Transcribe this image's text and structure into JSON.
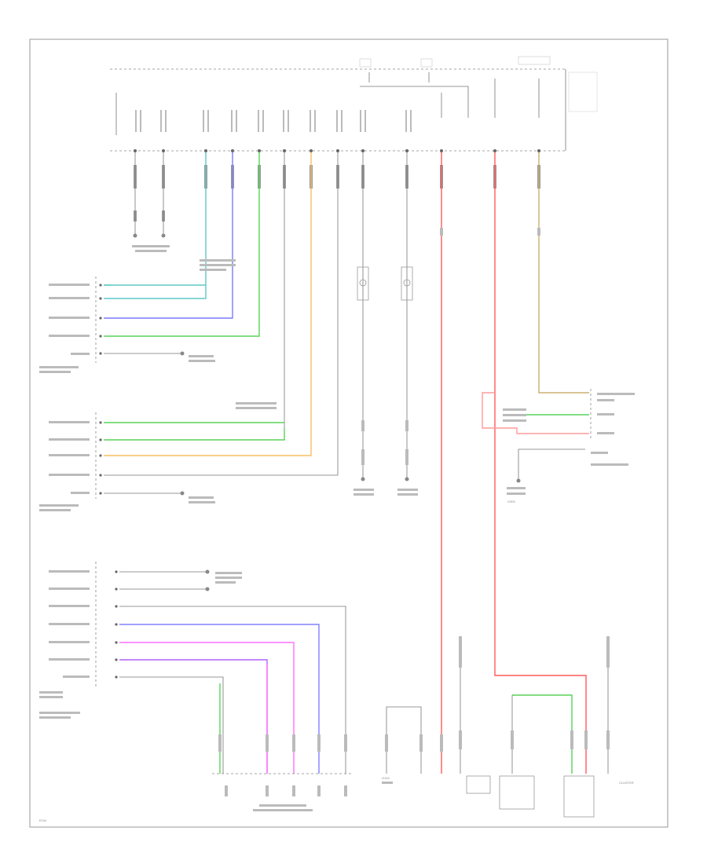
{
  "colors": {
    "teal": "#5fc8c8",
    "blue": "#7a7aff",
    "green": "#59d459",
    "yellow": "#f5c060",
    "red": "#ff5a5a",
    "tan": "#c8b070",
    "purple": "#b060ff",
    "magenta": "#ff70ff",
    "lightblue": "#8080ff",
    "gray": "#888888"
  },
  "labels": {
    "bottom_left": "ECM",
    "bottom_right": "CLUSTER",
    "bottom_center": "G104",
    "gnd_right": "G300"
  }
}
